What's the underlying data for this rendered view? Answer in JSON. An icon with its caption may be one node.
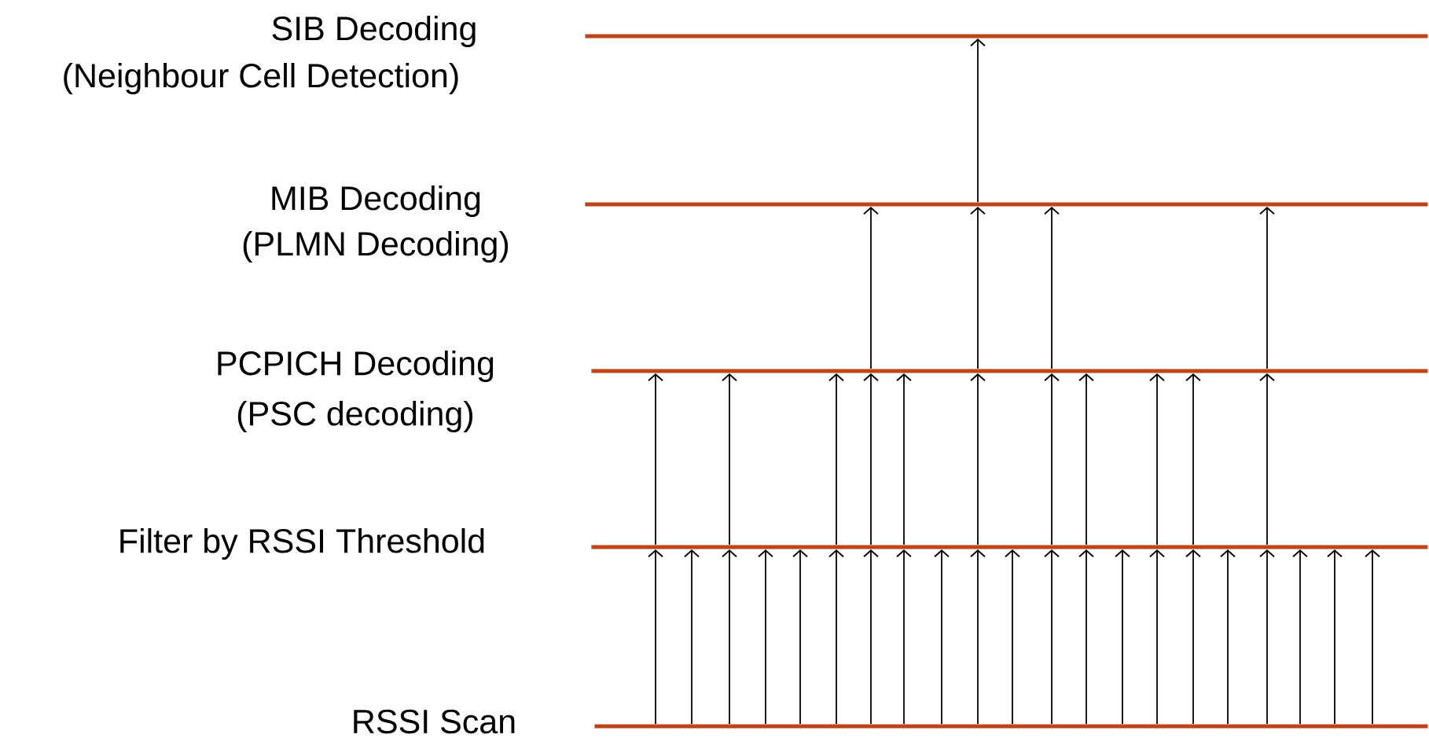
{
  "diagram": {
    "nodes": [
      {
        "text": [],
        "shape": "bar",
        "beside": [
          "SIB Decoding",
          "(Neighbour Cell Detection)"
        ]
      },
      {
        "text": [],
        "shape": "bar",
        "beside": [
          "MIB Decoding",
          "(PLMN Decoding)"
        ]
      },
      {
        "text": [],
        "shape": "bar",
        "beside": [
          "PCPICH Decoding",
          "(PSC decoding)"
        ]
      },
      {
        "text": [],
        "shape": "bar",
        "beside": [
          "Filter by RSSI Threshold"
        ]
      },
      {
        "text": [],
        "shape": "bar",
        "beside": [
          "RSSI Scan"
        ]
      }
    ],
    "edges": [
      {
        "from": 4,
        "to": 3,
        "arrow": "to"
      },
      {
        "from": 4,
        "to": 3,
        "arrow": "to"
      },
      {
        "from": 4,
        "to": 3,
        "arrow": "to"
      },
      {
        "from": 4,
        "to": 3,
        "arrow": "to"
      },
      {
        "from": 4,
        "to": 3,
        "arrow": "to"
      },
      {
        "from": 4,
        "to": 3,
        "arrow": "to"
      },
      {
        "from": 4,
        "to": 3,
        "arrow": "to"
      },
      {
        "from": 4,
        "to": 3,
        "arrow": "to"
      },
      {
        "from": 4,
        "to": 3,
        "arrow": "to"
      },
      {
        "from": 4,
        "to": 3,
        "arrow": "to"
      },
      {
        "from": 4,
        "to": 3,
        "arrow": "to"
      },
      {
        "from": 4,
        "to": 3,
        "arrow": "to"
      },
      {
        "from": 4,
        "to": 3,
        "arrow": "to"
      },
      {
        "from": 4,
        "to": 3,
        "arrow": "to"
      },
      {
        "from": 4,
        "to": 3,
        "arrow": "to"
      },
      {
        "from": 4,
        "to": 3,
        "arrow": "to"
      },
      {
        "from": 4,
        "to": 3,
        "arrow": "to"
      },
      {
        "from": 4,
        "to": 3,
        "arrow": "to"
      },
      {
        "from": 4,
        "to": 3,
        "arrow": "to"
      },
      {
        "from": 4,
        "to": 3,
        "arrow": "to"
      },
      {
        "from": 4,
        "to": 3,
        "arrow": "to"
      },
      {
        "from": 3,
        "to": 2,
        "arrow": "to"
      },
      {
        "from": 3,
        "to": 2,
        "arrow": "to"
      },
      {
        "from": 3,
        "to": 2,
        "arrow": "to"
      },
      {
        "from": 3,
        "to": 2,
        "arrow": "to"
      },
      {
        "from": 3,
        "to": 2,
        "arrow": "to"
      },
      {
        "from": 3,
        "to": 2,
        "arrow": "to"
      },
      {
        "from": 3,
        "to": 2,
        "arrow": "to"
      },
      {
        "from": 3,
        "to": 2,
        "arrow": "to"
      },
      {
        "from": 3,
        "to": 2,
        "arrow": "to"
      },
      {
        "from": 3,
        "to": 2,
        "arrow": "to"
      },
      {
        "from": 3,
        "to": 2,
        "arrow": "to"
      },
      {
        "from": 2,
        "to": 1,
        "arrow": "to"
      },
      {
        "from": 2,
        "to": 1,
        "arrow": "to"
      },
      {
        "from": 2,
        "to": 1,
        "arrow": "to"
      },
      {
        "from": 2,
        "to": 1,
        "arrow": "to"
      },
      {
        "from": 1,
        "to": 0,
        "arrow": "to"
      }
    ]
  }
}
